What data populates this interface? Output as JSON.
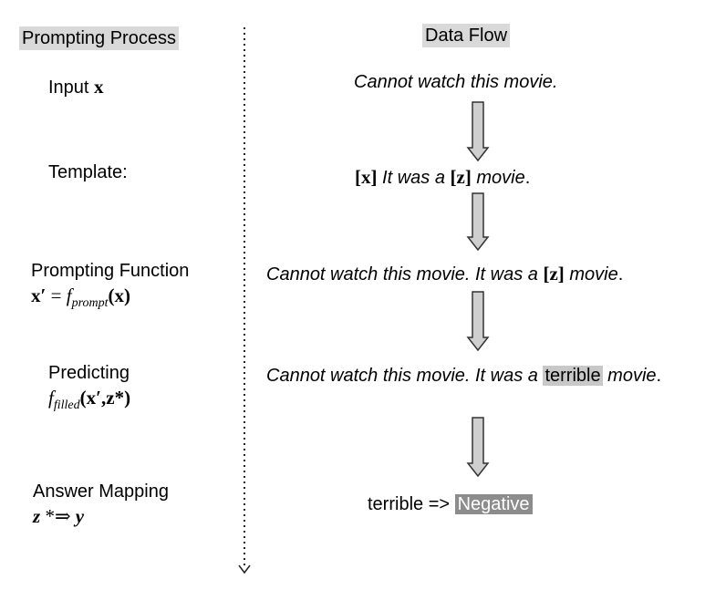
{
  "colors": {
    "header_bg": "#d9d9d9",
    "highlight_bg": "#c8c8c8",
    "negative_bg": "#8c8c8c",
    "arrow_fill": "#cfcfcf",
    "arrow_stroke": "#333333"
  },
  "headers": {
    "left": "Prompting Process",
    "right": "Data Flow"
  },
  "steps": {
    "input": {
      "label": "Input",
      "math": "x"
    },
    "template": {
      "label": "Template:"
    },
    "prompting": {
      "label": "Prompting Function",
      "math_lhs": "x′",
      "math_eq": " = ",
      "math_f": "f",
      "math_sub": "prompt",
      "math_arg": "(x)"
    },
    "predicting": {
      "label": "Predicting",
      "math_f": "f",
      "math_sub": "filled",
      "math_arg": "(x′,z*)"
    },
    "answer": {
      "label": "Answer Mapping",
      "math_z": "z",
      "math_arrow": " *⇒ ",
      "math_y": "y"
    }
  },
  "flow": {
    "input_text": "Cannot watch this movie.",
    "template": {
      "x_slot": "[x]",
      "mid": " It was a ",
      "z_slot": "[z]",
      "end": " movie",
      "period": "."
    },
    "prompt": {
      "text": "Cannot watch this movie. It was a ",
      "z_slot": "[z]",
      "end": " movie",
      "period": "."
    },
    "predicted": {
      "text": "Cannot watch this movie. It was a ",
      "answer": "terrible",
      "end": " movie",
      "period": "."
    },
    "mapping": {
      "text": "terrible => ",
      "label": "Negative"
    }
  }
}
